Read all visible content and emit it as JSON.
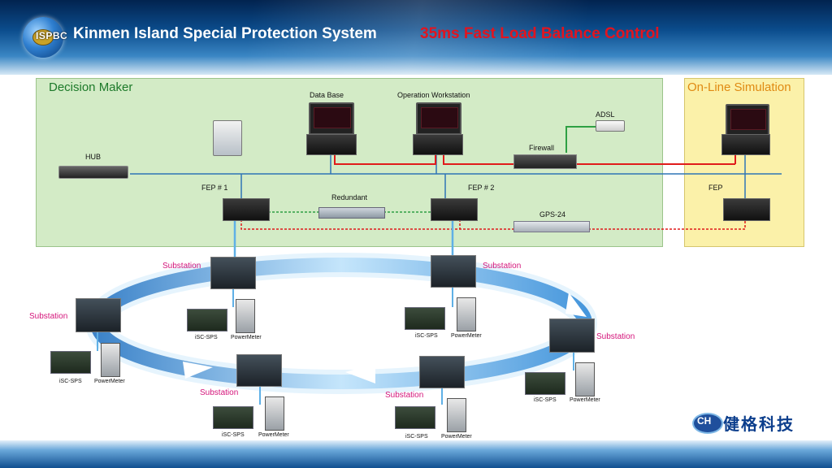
{
  "header": {
    "logo_text": "ISPBC",
    "title": "Kinmen Island Special Protection System",
    "title_accent": "35ms Fast Load Balance Control"
  },
  "zones": {
    "decision_maker": "Decision Maker",
    "online_simulation": "On-Line Simulation"
  },
  "devices": {
    "database": "Data Base",
    "operation_workstation": "Operation Workstation",
    "adsl": "ADSL",
    "firewall": "Firewall",
    "hub": "HUB",
    "fep1": "FEP # 1",
    "fep2": "FEP # 2",
    "redundant": "Redundant",
    "gps": "GPS-24",
    "sim_fep": "FEP"
  },
  "substations": [
    {
      "label": "Substation",
      "sps": "iSC-SPS",
      "meter": "PowerMeter"
    },
    {
      "label": "Substation",
      "sps": "iSC-SPS",
      "meter": "PowerMeter"
    },
    {
      "label": "Substation",
      "sps": "iSC-SPS",
      "meter": "PowerMeter"
    },
    {
      "label": "Substation",
      "sps": "iSC-SPS",
      "meter": "PowerMeter"
    },
    {
      "label": "Substation",
      "sps": "iSC-SPS",
      "meter": "PowerMeter"
    },
    {
      "label": "Substation",
      "sps": "iSC-SPS",
      "meter": "PowerMeter"
    }
  ],
  "company": {
    "logo_text": "CH",
    "name": "健格科技"
  },
  "colors": {
    "lan_line": "#2e75b6",
    "red_link": "#e01b1b",
    "green_link": "#2ea043",
    "substation_label": "#d4147a",
    "ring": "#5fb0e6"
  }
}
